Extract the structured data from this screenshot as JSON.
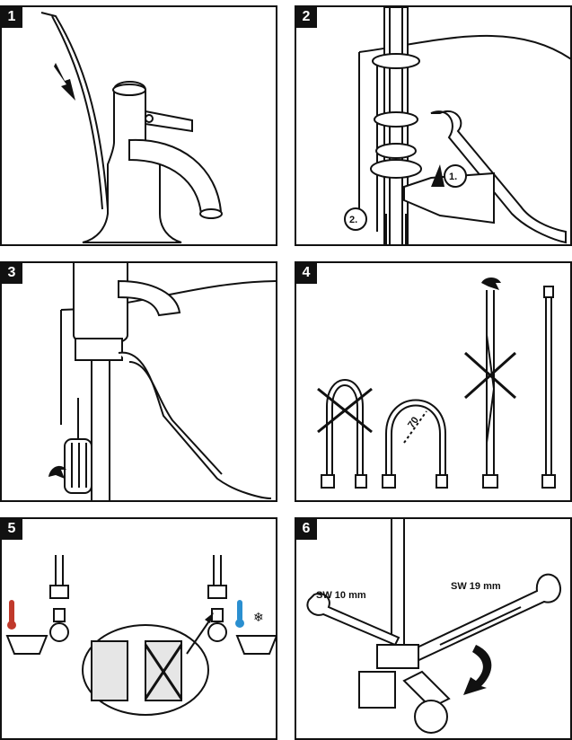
{
  "panels": [
    {
      "number": "1"
    },
    {
      "number": "2",
      "step_labels": [
        "1.",
        "2."
      ]
    },
    {
      "number": "3"
    },
    {
      "number": "4",
      "diameter_label": "70"
    },
    {
      "number": "5"
    },
    {
      "number": "6",
      "wrench_small": "SW 10 mm",
      "wrench_large": "SW 19 mm"
    }
  ],
  "colors": {
    "hot": "#c0392b",
    "cold": "#2a8fd0",
    "line": "#111111",
    "shade": "#cfcfcf"
  }
}
